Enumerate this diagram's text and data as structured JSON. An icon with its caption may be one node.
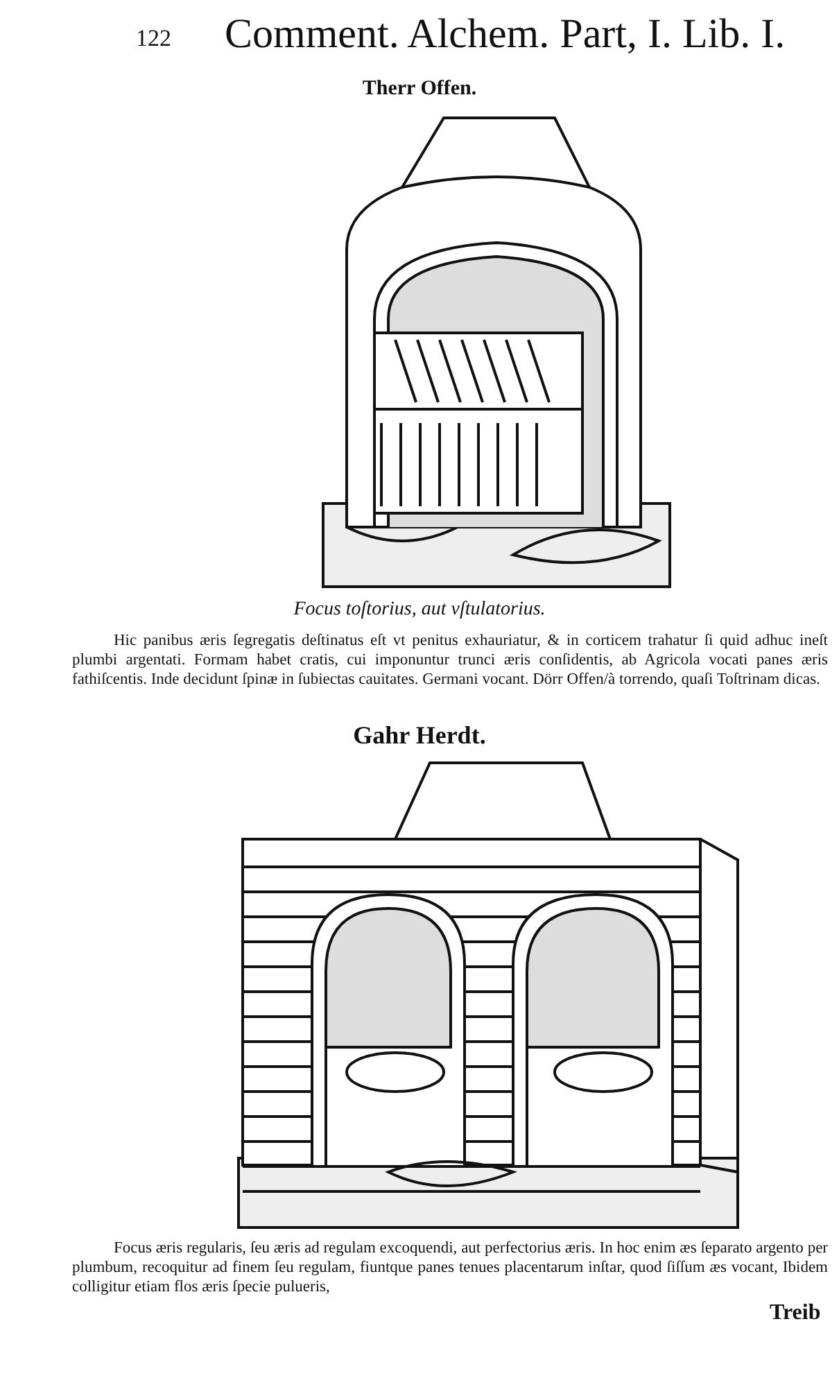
{
  "diagram": {
    "title": "Comment. Alchem. Part, I. Lib. I.",
    "labels": [
      "122",
      "Therr Offen.",
      "Focus toſtorius, aut vſtulatorius.",
      "Hic panibus æris ſegregatis deſtinatus eſt vt penitus exhauriatur, & in corticem trahatur ſi quid adhuc ineſt plumbi argentati. Formam habet cratis, cui imponuntur trunci æris conſidentis, ab Agricola vocati panes æris fathiſcentis. Inde decidunt ſpinæ in ſubiectas cauitates. Germani vocant. Dörr Offen/à torrendo, quaſi Toſtrinam dicas.",
      "Gahr Herdt.",
      "Focus æris regularis, ſeu æris ad regulam excoquendi, aut perfectorius æris. In hoc enim æs ſeparato argento per plumbum, recoquitur ad finem ſeu regulam, fiuntque panes tenues placentarum inſtar, quod ſiſſum æs vocant, Ibidem colligitur etiam flos æris ſpecie pulueris,",
      "Treib"
    ]
  }
}
